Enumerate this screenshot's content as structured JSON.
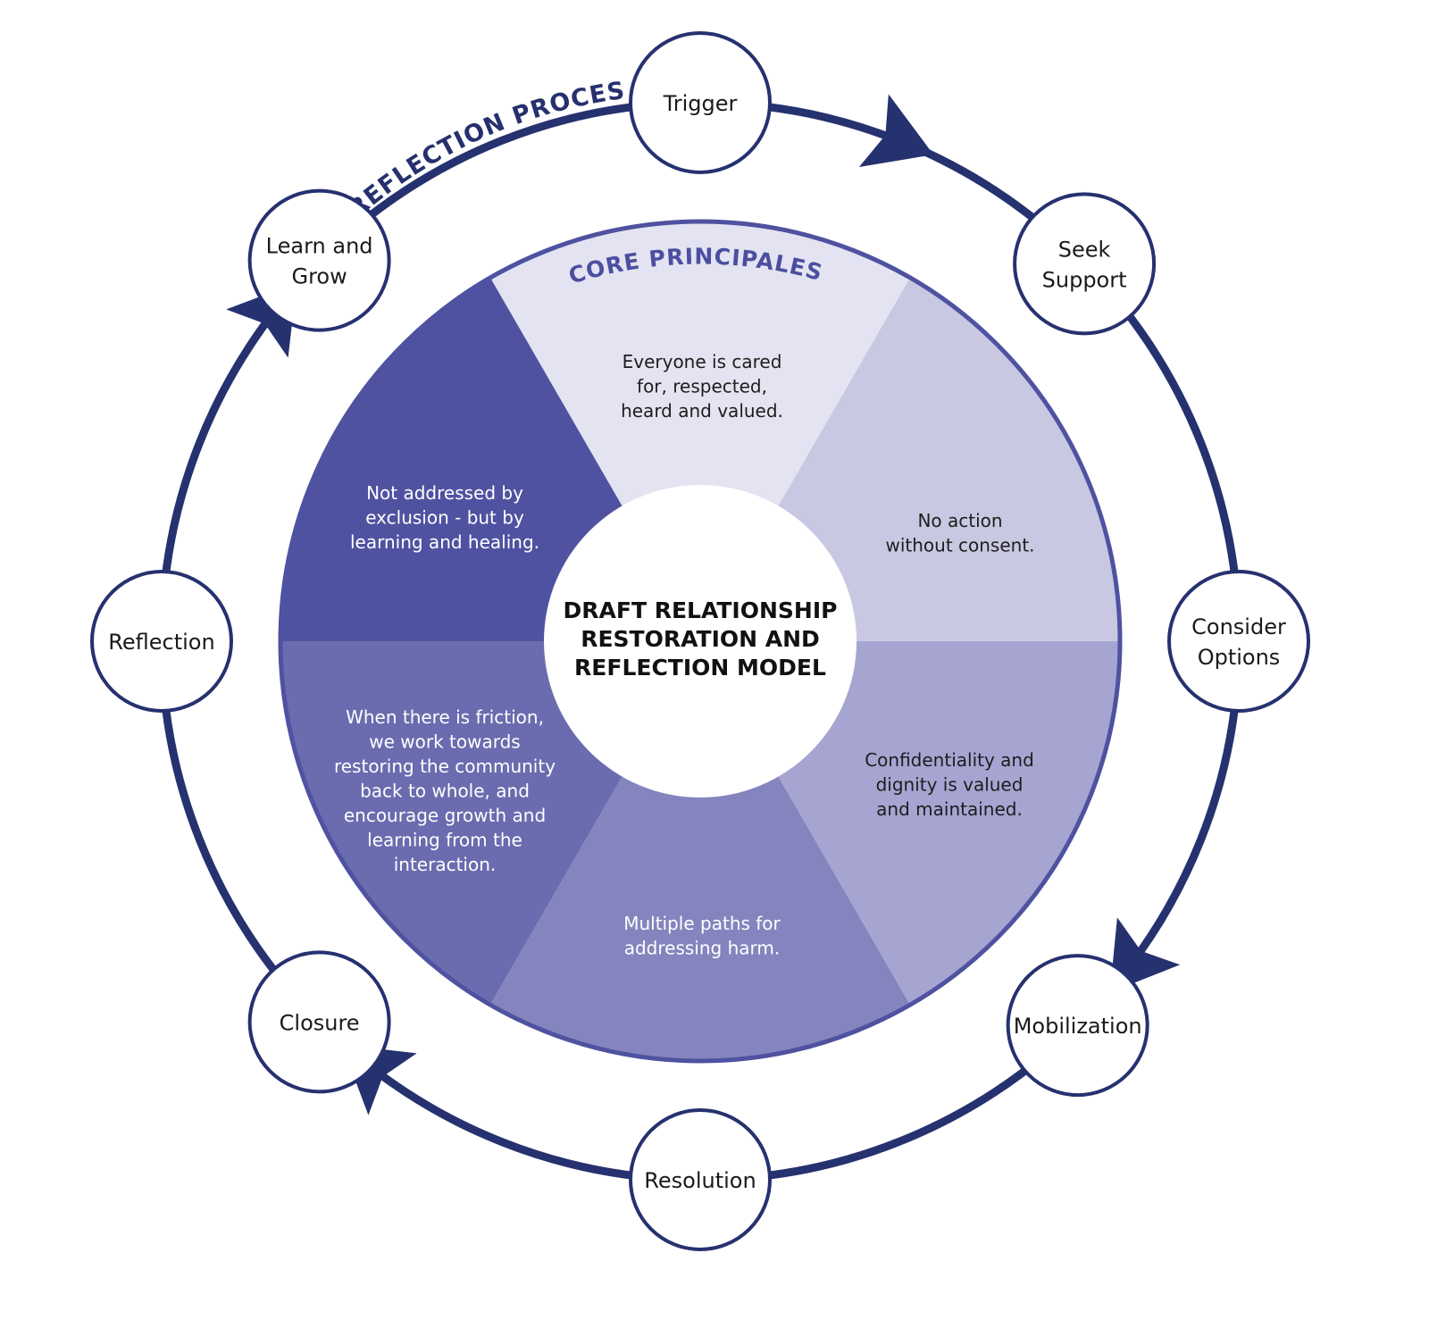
{
  "colors": {
    "ring": "#26316f",
    "wheel_border": "#4f52a0",
    "center_fill": "#ffffff",
    "node_fill": "#ffffff"
  },
  "process": {
    "title": "REFLECTION PROCESS",
    "steps": [
      {
        "label_lines": [
          "Trigger"
        ]
      },
      {
        "label_lines": [
          "Seek",
          "Support"
        ]
      },
      {
        "label_lines": [
          "Consider",
          "Options"
        ]
      },
      {
        "label_lines": [
          "Mobilization"
        ]
      },
      {
        "label_lines": [
          "Resolution"
        ]
      },
      {
        "label_lines": [
          "Closure"
        ]
      },
      {
        "label_lines": [
          "Reflection"
        ]
      },
      {
        "label_lines": [
          "Learn and",
          "Grow"
        ]
      }
    ]
  },
  "core": {
    "title": "CORE PRINCIPALES",
    "center_title_lines": [
      "DRAFT RELATIONSHIP",
      "RESTORATION AND",
      "REFLECTION MODEL"
    ],
    "principles": [
      {
        "color": "#e4e3f1",
        "text_style": "dark",
        "lines": [
          "Everyone is cared",
          "for, respected,",
          "heard and valued."
        ]
      },
      {
        "color": "#c9c8e2",
        "text_style": "dark",
        "lines": [
          "No action",
          "without consent."
        ]
      },
      {
        "color": "#a6a5d2",
        "text_style": "dark",
        "lines": [
          "Confidentiality and",
          "dignity is valued",
          "and maintained."
        ]
      },
      {
        "color": "#8485be",
        "text_style": "light",
        "lines": [
          "Multiple paths for",
          "addressing harm."
        ]
      },
      {
        "color": "#6a6caf",
        "text_style": "light",
        "lines": [
          "When there is friction,",
          "we work towards",
          "restoring the community",
          "back to whole, and",
          "encourage growth and",
          "learning from the",
          "interaction."
        ]
      },
      {
        "color": "#4f52a0",
        "text_style": "light",
        "lines": [
          "Not addressed by",
          "exclusion - but by",
          "learning and healing."
        ]
      }
    ]
  }
}
